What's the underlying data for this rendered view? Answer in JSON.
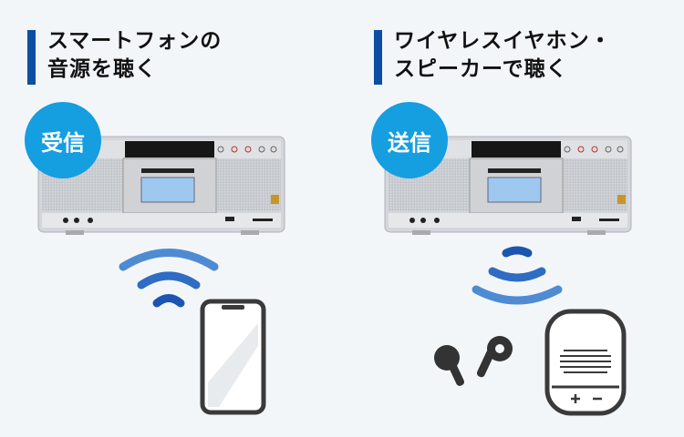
{
  "left": {
    "title_line1": "スマートフォンの",
    "title_line2": "音源を聴く",
    "badge": "受信"
  },
  "right": {
    "title_line1": "ワイヤレスイヤホン・",
    "title_line2": "スピーカーで聴く",
    "badge": "送信"
  },
  "colors": {
    "accent_bar": "#0b4ea2",
    "badge": "#159ee0",
    "wave_dark": "#1c55b0",
    "wave_light": "#4f8bd3",
    "device_silver": "#c9ccd1"
  }
}
